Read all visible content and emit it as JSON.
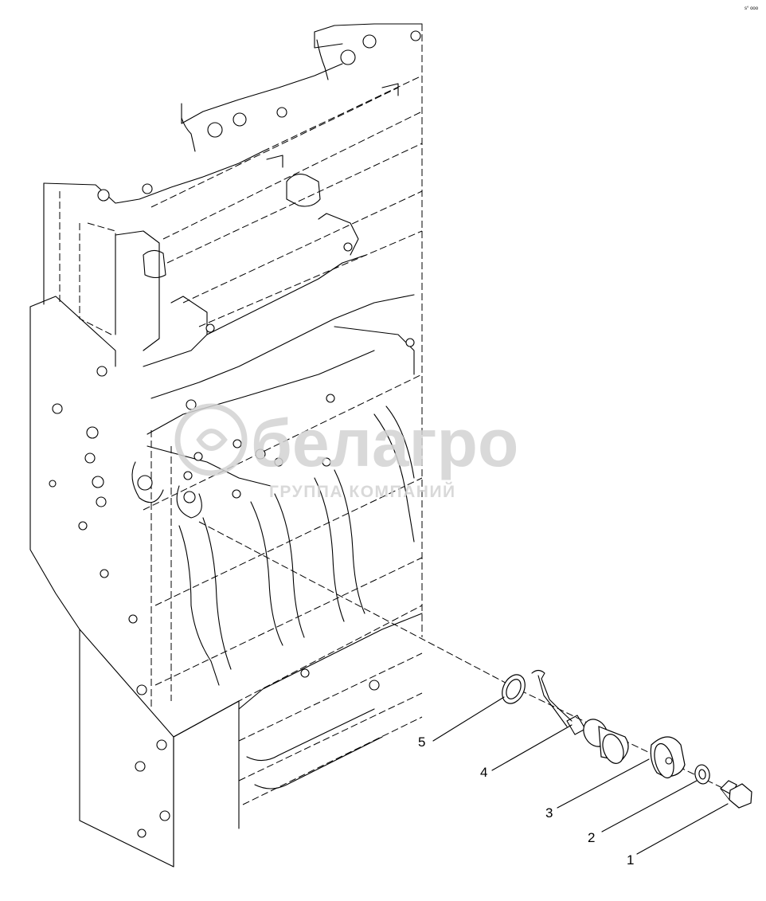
{
  "watermark": {
    "brand": "белагро",
    "subtitle": "ГРУППА КОМПАНИЙ"
  },
  "corner_mark": "s° ooo",
  "callouts": [
    {
      "number": "5"
    },
    {
      "number": "4"
    },
    {
      "number": "3"
    },
    {
      "number": "2"
    },
    {
      "number": "1"
    }
  ]
}
